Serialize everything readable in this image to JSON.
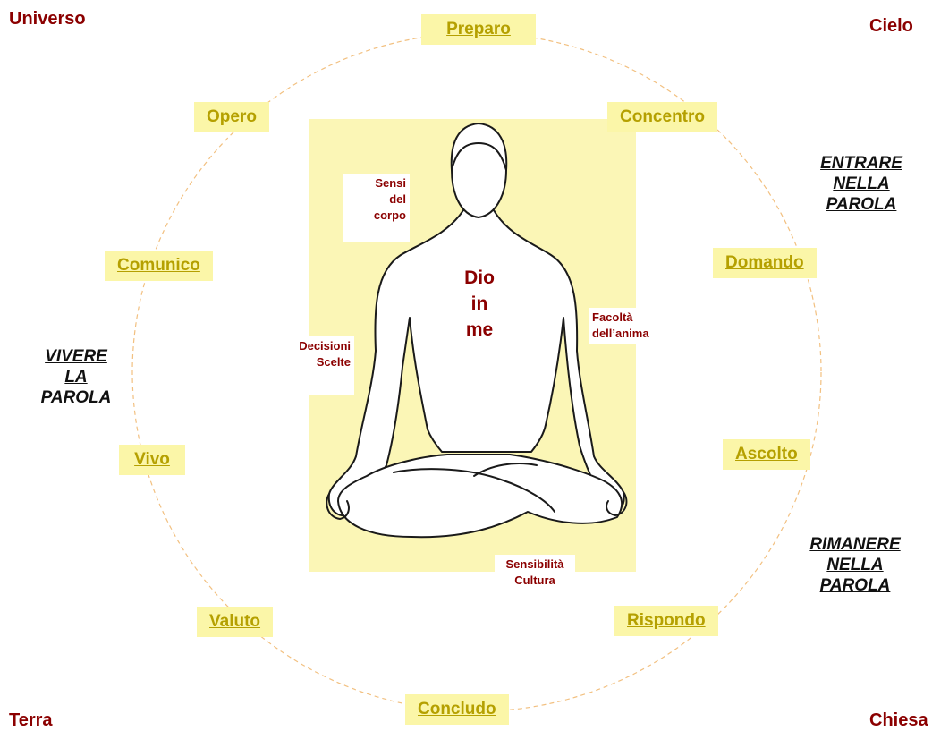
{
  "corners": {
    "top_left": "Universo",
    "top_right": "Cielo",
    "bottom_left": "Terra",
    "bottom_right": "Chiesa"
  },
  "steps": {
    "preparo": "Preparo",
    "concentro": "Concentro",
    "domando": "Domando",
    "ascolto": "Ascolto",
    "rispondo": "Rispondo",
    "concludo": "Concludo",
    "valuto": "Valuto",
    "vivo": "Vivo",
    "comunico": "Comunico",
    "opero": "Opero"
  },
  "phases": {
    "entrare": [
      "ENTRARE",
      "NELLA",
      "PAROLA"
    ],
    "rimanere": [
      "RIMANERE",
      "NELLA",
      "PAROLA"
    ],
    "vivere": [
      "VIVERE",
      "LA",
      "PAROLA"
    ]
  },
  "figure_labels": {
    "sensi": [
      "Sensi",
      "del",
      "corpo"
    ],
    "facolta": [
      "Facoltà",
      "dell’anima"
    ],
    "decisioni": [
      "Decisioni",
      "Scelte"
    ],
    "sensibilita": [
      "Sensibilità",
      "Cultura"
    ],
    "center": [
      "Dio",
      "in",
      "me"
    ]
  },
  "colors": {
    "step_text": "#b5a000",
    "step_bg": "#fbf6a8",
    "label_text": "#8b0000",
    "circle": "#f2c080",
    "panel_bg": "#fbf6b6"
  }
}
